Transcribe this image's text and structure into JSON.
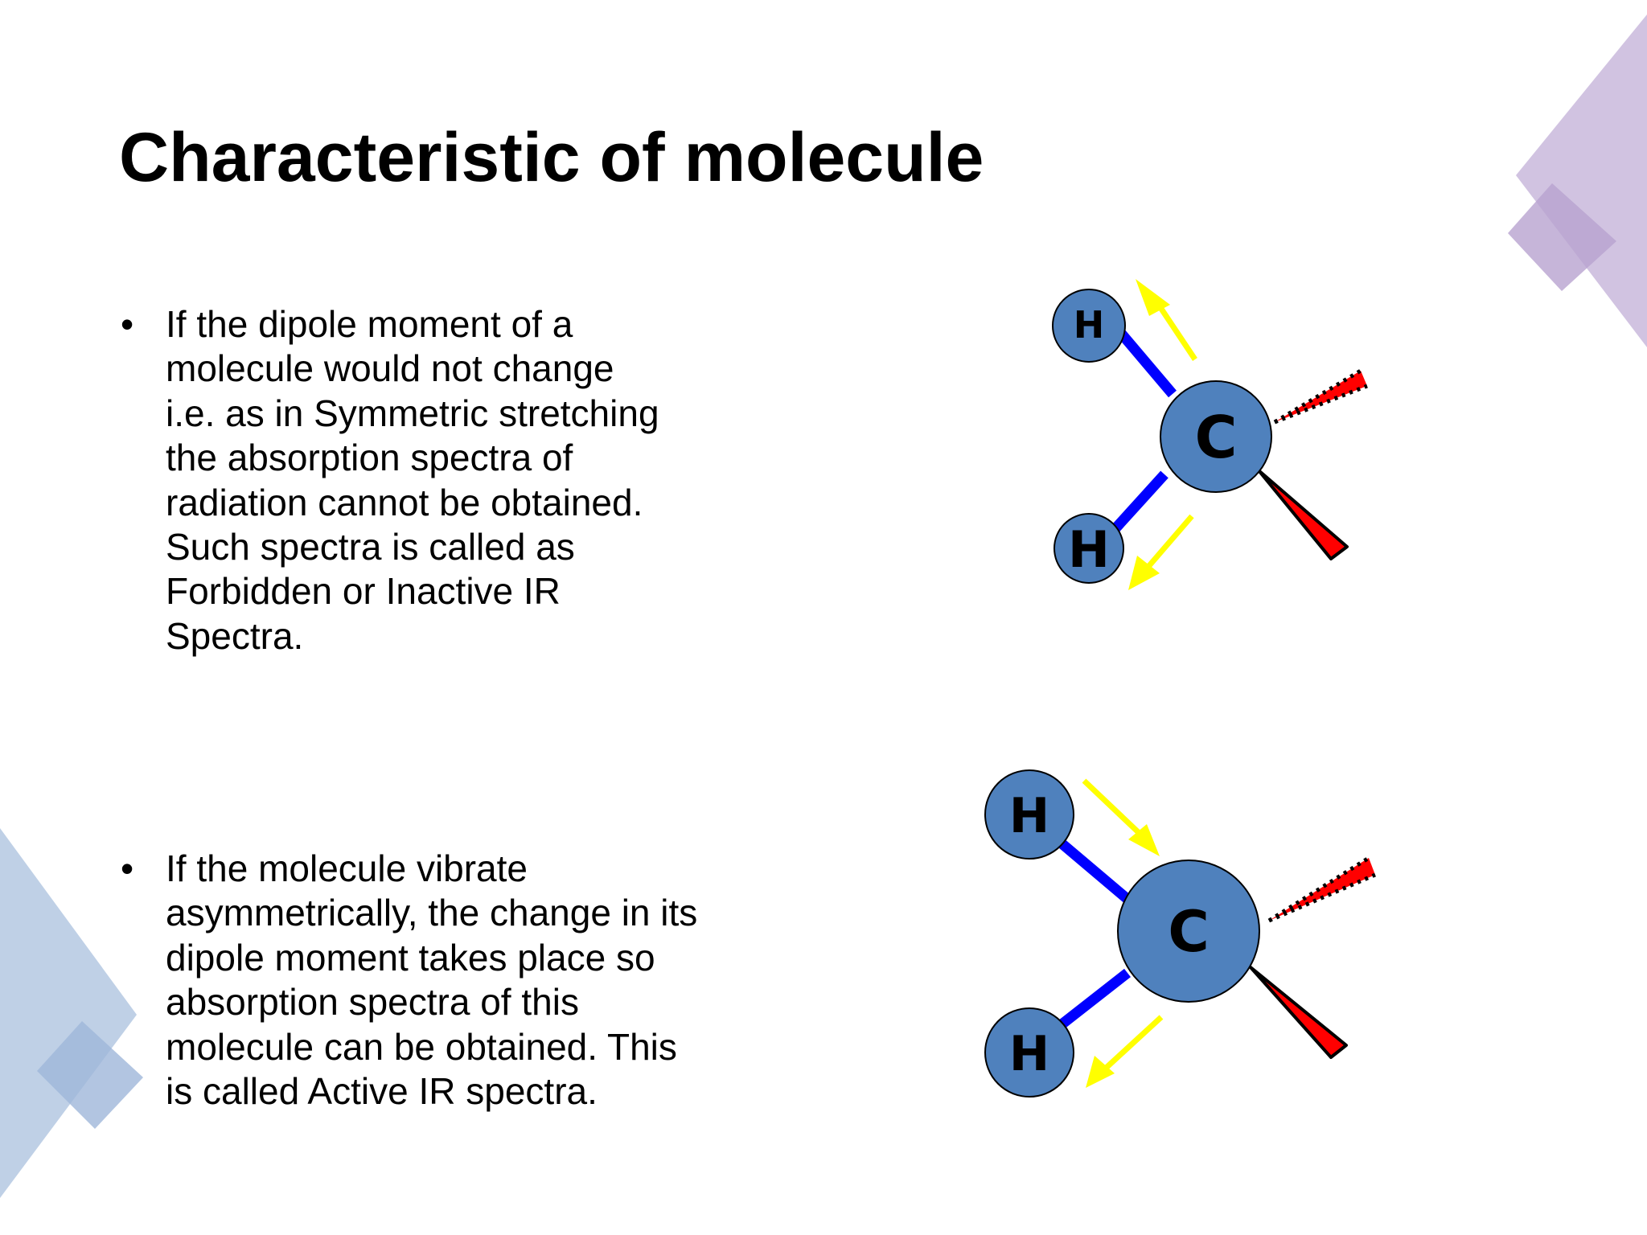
{
  "slide": {
    "title": "Characteristic of molecule",
    "bullet_symbol": "•",
    "bullets": [
      {
        "text": "If the dipole moment of a\nmolecule would not change\ni.e. as in Symmetric stretching\nthe absorption spectra of\nradiation cannot be obtained.\nSuch spectra is called as\nForbidden or Inactive IR\nSpectra."
      },
      {
        "text": "If the molecule vibrate\nasymmetrically, the change in its\ndipole moment takes place so\nabsorption spectra of this\nmolecule can be obtained. This\nis called Active IR spectra."
      }
    ]
  },
  "diagrams": {
    "symmetric": {
      "carbon_label": "C",
      "hydrogen_top_label": "H",
      "hydrogen_bottom_label": "H"
    },
    "asymmetric": {
      "carbon_label": "C",
      "hydrogen_top_label": "H",
      "hydrogen_bottom_label": "H"
    }
  },
  "colors": {
    "atom_fill": "#4f81bd",
    "bond": "#0000ff",
    "arrow": "#ffff00",
    "wedge": "#ff0000",
    "deco_purple": "#c9b8dc",
    "deco_blue": "#b4c8e2"
  }
}
